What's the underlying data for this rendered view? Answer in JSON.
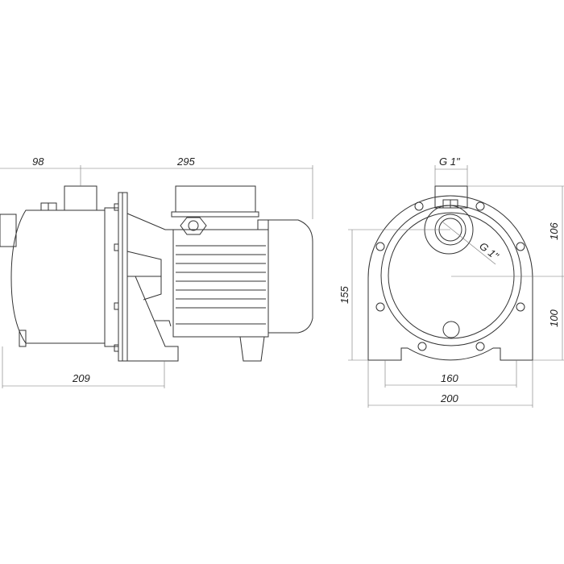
{
  "side_view": {
    "dims": {
      "inlet_offset": "98",
      "overall_length": "295",
      "base_length": "209"
    }
  },
  "front_view": {
    "dims": {
      "outlet_thread": "G 1\"",
      "inlet_thread": "G 1\"",
      "height_above_axis": "106",
      "axis_height": "100",
      "inlet_height": "155",
      "foot_spacing": "160",
      "base_width": "200"
    }
  }
}
